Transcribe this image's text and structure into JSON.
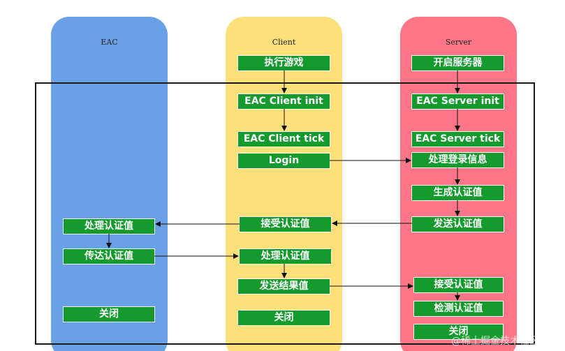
{
  "lanes": {
    "eac": "EAC",
    "client": "Client",
    "server": "Server"
  },
  "nodes": {
    "start_game": "执行游戏",
    "eac_client_init": "EAC Client init",
    "eac_client_tick": "EAC Client tick",
    "login": "Login",
    "client_receive_auth": "接受认证值",
    "client_process_auth": "处理认证值",
    "send_result": "发送结果值",
    "client_close": "关闭",
    "start_server": "开启服务器",
    "eac_server_init": "EAC Server init",
    "eac_server_tick": "EAC Server tick",
    "process_login": "处理登录信息",
    "generate_auth": "生成认证值",
    "send_auth": "发送认证值",
    "server_receive_auth": "接受认证值",
    "verify_auth": "检测认证值",
    "server_close": "关闭",
    "eac_process_auth": "处理认证值",
    "eac_pass_auth": "传达认证值",
    "eac_close": "关闭"
  },
  "watermark": "@稀土掘金技术社区",
  "colors": {
    "eac_lane": "#6aa0e6",
    "client_lane": "#fde07a",
    "server_lane": "#fc7688",
    "node_fill": "#149a2d",
    "node_text": "#ffffff"
  }
}
